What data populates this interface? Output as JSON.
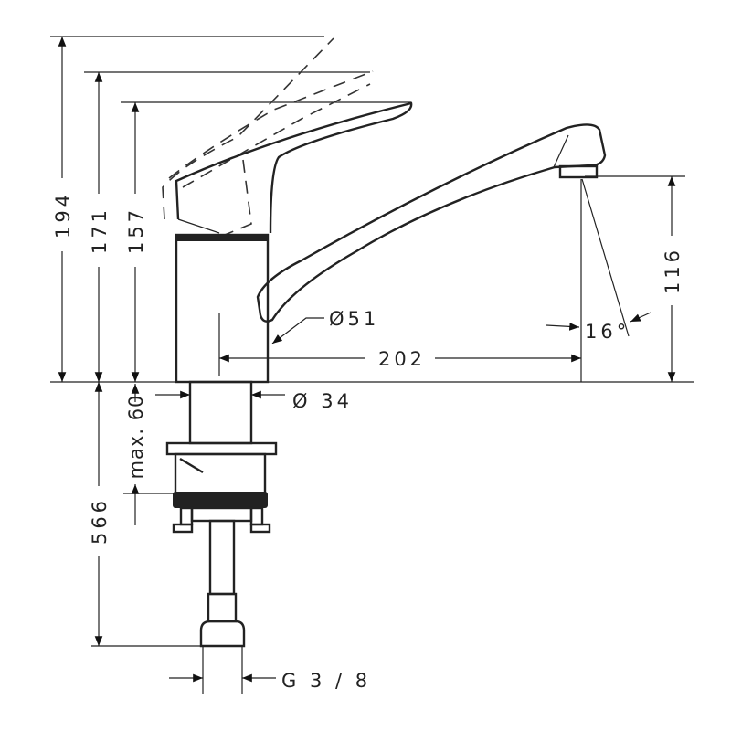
{
  "dimensions": {
    "height_lever_max": "194",
    "height_lever_mid": "171",
    "height_lever_closed": "157",
    "spout_height": "116",
    "spout_reach": "202",
    "spout_diameter": "Ø51",
    "spray_angle": "16°",
    "shank_diameter": "Ø 34",
    "max_countertop": "max. 60",
    "hose_length": "566",
    "connection_thread": "G 3 / 8"
  },
  "colors": {
    "line": "#222222",
    "background": "#ffffff"
  }
}
